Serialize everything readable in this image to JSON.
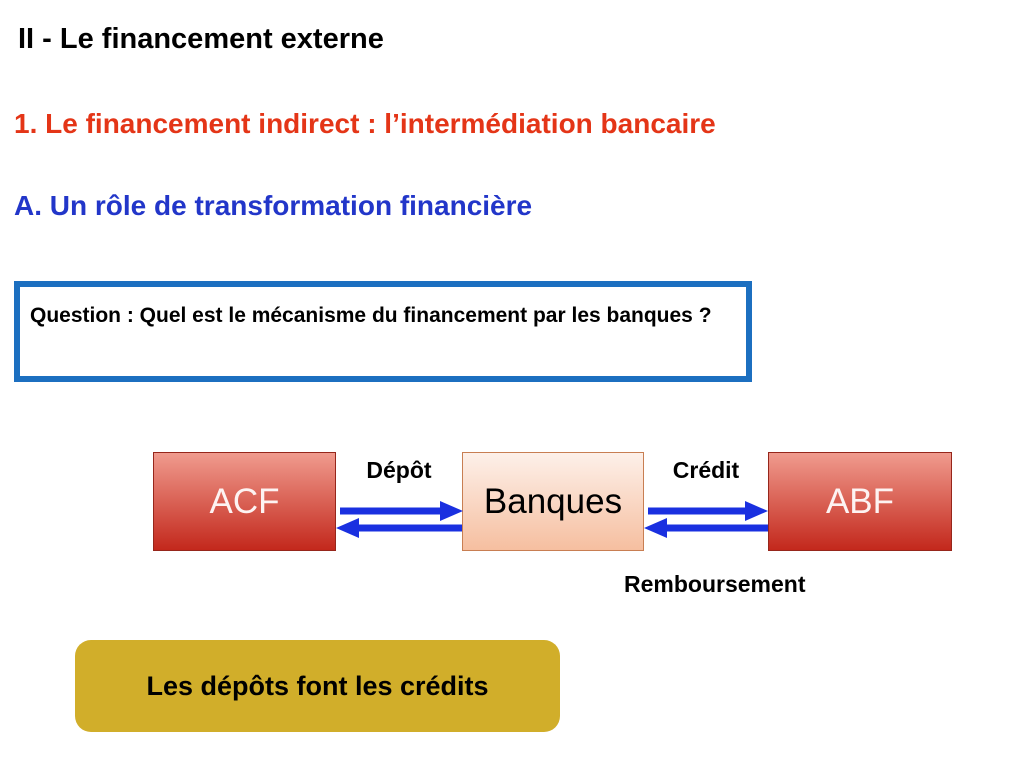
{
  "slide": {
    "title": "II - Le financement externe",
    "section_heading": "1. Le financement indirect : l’intermédiation bancaire",
    "subsection_heading": "A. Un rôle de transformation financière",
    "question": "Question : Quel est le mécanisme du financement par les banques ?",
    "conclusion": "Les dépôts font les crédits"
  },
  "diagram": {
    "boxes": [
      {
        "label": "ACF"
      },
      {
        "label": "Banques"
      },
      {
        "label": "ABF"
      }
    ],
    "labels": {
      "deposit": "Dépôt",
      "credit": "Crédit",
      "repayment": "Remboursement"
    }
  },
  "colors": {
    "section_heading": "#E43517",
    "subsection_heading": "#2236C9",
    "question_border": "#1C6FC0",
    "arrow_blue": "#1A30E0",
    "red_box_top": "#F09B8E",
    "red_box_bottom": "#C3281C",
    "red_box_border": "#96261B",
    "banques_box_top": "#FDF0E9",
    "banques_box_bottom": "#F6BFA0",
    "banques_box_border": "#C87E52",
    "conclusion_bg": "#D1AE2A"
  }
}
